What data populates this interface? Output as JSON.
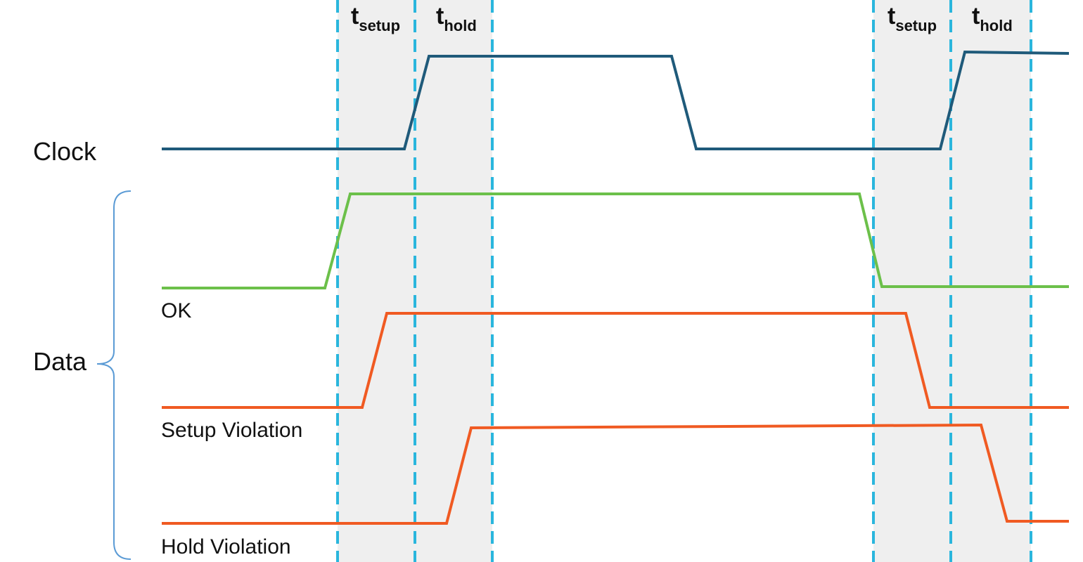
{
  "labels": {
    "clock": "Clock",
    "data": "Data",
    "ok": "OK",
    "setup_violation": "Setup Violation",
    "hold_violation": "Hold Violation"
  },
  "timing_labels": [
    {
      "main": "t",
      "sub": "setup"
    },
    {
      "main": "t",
      "sub": "hold"
    },
    {
      "main": "t",
      "sub": "setup"
    },
    {
      "main": "t",
      "sub": "hold"
    }
  ],
  "colors": {
    "clock": "#1f5a7a",
    "ok": "#6cc04a",
    "violation": "#f05a22",
    "guide": "#2ab6dd",
    "window_fill": "#efefef",
    "brace": "#5b9bd5"
  }
}
